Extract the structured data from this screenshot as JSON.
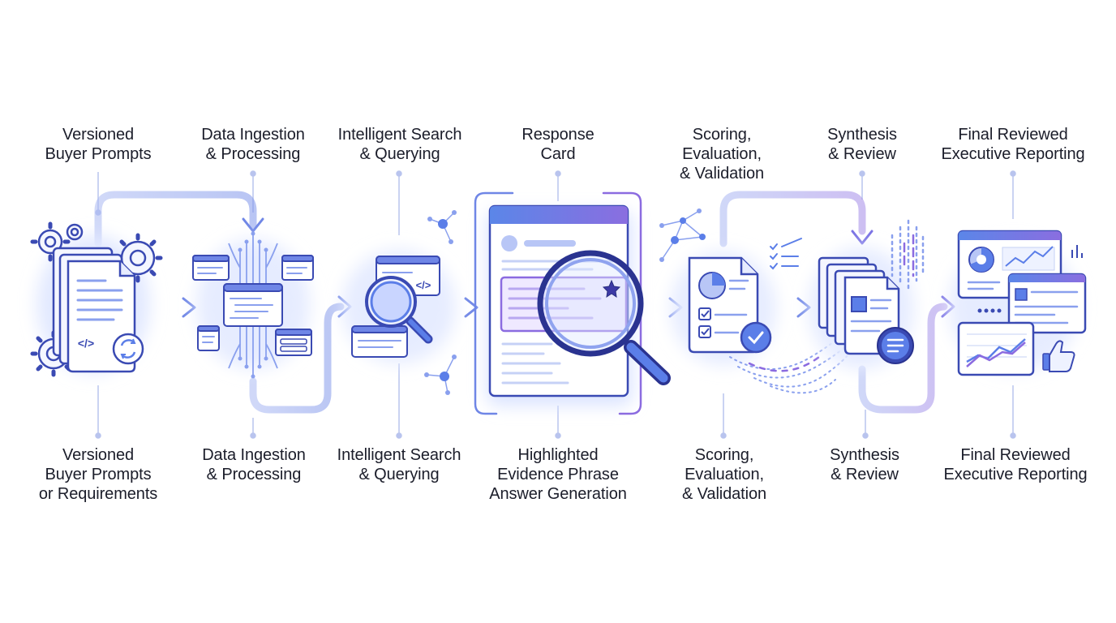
{
  "colors": {
    "accent": "#5b7ee8",
    "accent_dark": "#3a4ab3",
    "purple": "#8b6be0",
    "glow": "#dbe4ff",
    "ink": "#2a2f55"
  },
  "stages": [
    {
      "id": "prompts",
      "top": "Versioned\nBuyer Prompts",
      "bottom": "Versioned\nBuyer Prompts\nor Requirements",
      "icon": "document-gears-icon"
    },
    {
      "id": "ingestion",
      "top": "Data Ingestion\n& Processing",
      "bottom": "Data Ingestion\n& Processing",
      "icon": "data-pipeline-icon"
    },
    {
      "id": "search",
      "top": "Intelligent Search\n& Querying",
      "bottom": "Intelligent Search\n& Querying",
      "icon": "magnifier-icon"
    },
    {
      "id": "response",
      "top": "Response\nCard",
      "bottom": "Highlighted\nEvidence Phrase\nAnswer Generation",
      "icon": "response-card-icon"
    },
    {
      "id": "scoring",
      "top": "Scoring,\nEvaluation,\n& Validation",
      "bottom": "Scoring,\nEvaluation,\n& Validation",
      "icon": "checklist-report-icon"
    },
    {
      "id": "synthesis",
      "top": "Synthesis\n& Review",
      "bottom": "Synthesis\n& Review",
      "icon": "document-stack-icon"
    },
    {
      "id": "reporting",
      "top": "Final Reviewed\nExecutive Reporting",
      "bottom": "Final Reviewed\nExecutive Reporting",
      "icon": "dashboard-report-icon"
    }
  ],
  "response_card": {
    "symbols": [
      "star-icon"
    ]
  },
  "code_glyph": "</>"
}
